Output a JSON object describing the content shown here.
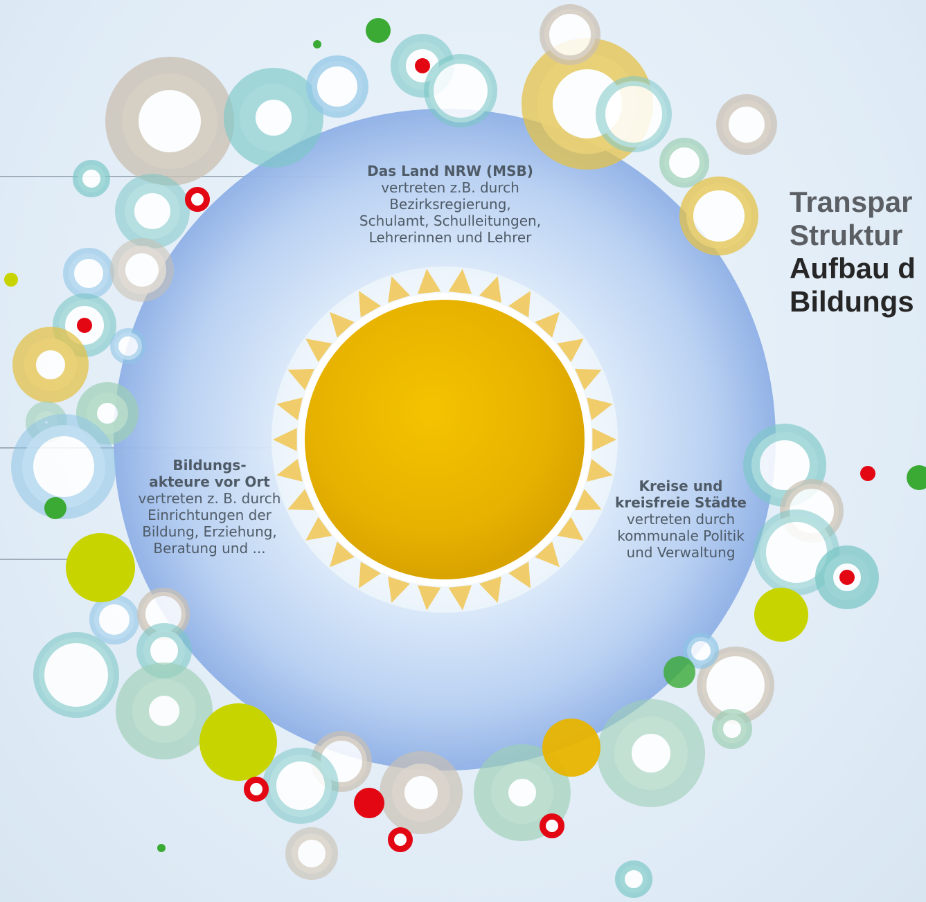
{
  "title": {
    "line1": "Transpar",
    "line2": "Struktur",
    "line3": "Aufbau d",
    "line4": "Bildungs"
  },
  "segments": {
    "land": {
      "head": "Das Land NRW (MSB)",
      "lines": [
        "vertreten z.B. durch",
        "Bezirksregierung,",
        "Schulamt, Schulleitungen,",
        "Lehrerinnen und Lehrer"
      ]
    },
    "akteure": {
      "head1": "Bildungs-",
      "head2": "akteure vor Ort",
      "lines": [
        "vertreten z. B. durch",
        "Einrichtungen der",
        "Bildung, Erziehung,",
        "Beratung und ..."
      ]
    },
    "kreise": {
      "head1": "Kreise und",
      "head2": "kreisfreie Städte",
      "lines": [
        "vertreten durch",
        "kommunale Politik",
        "und Verwaltung"
      ]
    }
  },
  "colors": {
    "sphere_outer": "#8fb3e8",
    "sphere_inner": "#f4f8fd",
    "sun_core": "#e8b400",
    "sun_rays": "#f0cc6a",
    "ring_teal": "#7cc7c7",
    "ring_blue": "#8fc4e6",
    "ring_taupe": "#c9bfb0",
    "ring_mustard": "#e3c24a",
    "ring_green": "#9ccfb5",
    "accent_red": "#e30613",
    "accent_green": "#3aaa35",
    "accent_lime": "#c8d400"
  }
}
